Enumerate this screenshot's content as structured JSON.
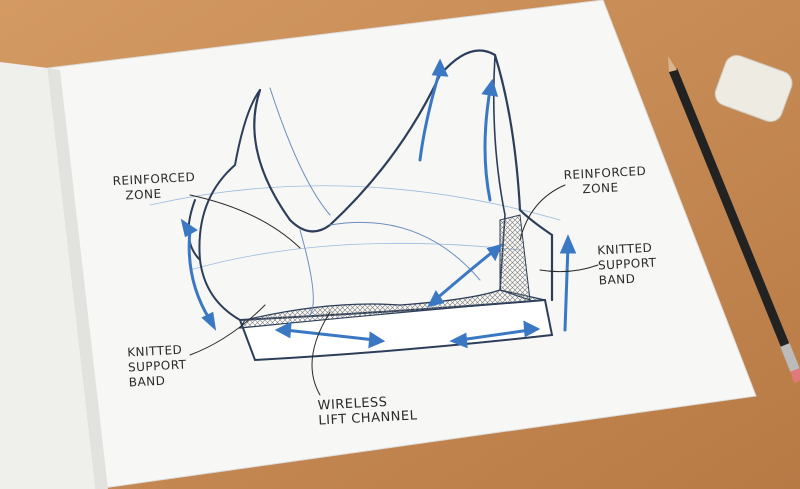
{
  "labels": {
    "reinforced_left": [
      "REINFORCED",
      "ZONE"
    ],
    "reinforced_right": [
      "REINFORCED",
      "ZONE"
    ],
    "knitted_right": [
      "KNITTED",
      "SUPPORT",
      "BAND"
    ],
    "knitted_left": [
      "KNITTED",
      "SUPPORT",
      "BAND"
    ],
    "wireless": [
      "WIRELESS",
      "LIFT CHANNEL"
    ]
  },
  "colors": {
    "desk": "#c68a55",
    "paper": "#f7f7f5",
    "sketch_blue": "#3b78c4",
    "ink": "#2a2a2a"
  }
}
